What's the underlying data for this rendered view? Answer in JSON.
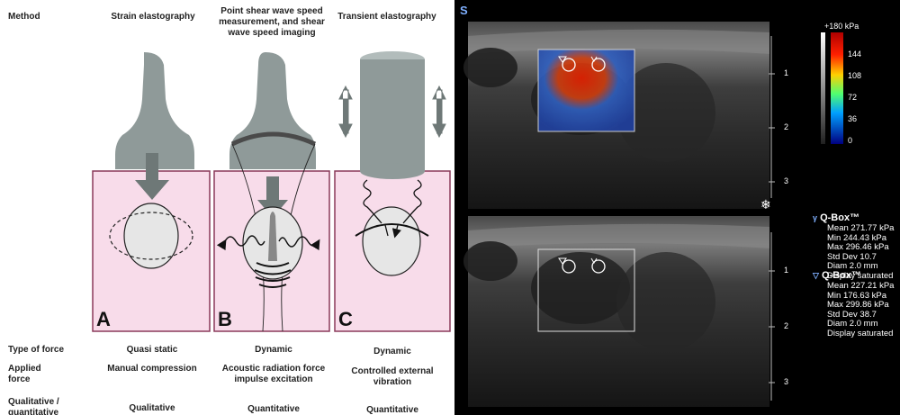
{
  "diagram": {
    "method_label": "Method",
    "columns": [
      {
        "heading": "Strain elastography",
        "panel_letter": "A",
        "type_of_force": "Quasi static",
        "applied_force": "Manual compression",
        "qualitative": "Qualitative"
      },
      {
        "heading": "Point shear wave speed measurement, and shear wave speed imaging",
        "panel_letter": "B",
        "type_of_force": "Dynamic",
        "applied_force": "Acoustic radiation force impulse excitation",
        "qualitative": "Quantitative"
      },
      {
        "heading": "Transient elastography",
        "panel_letter": "C",
        "type_of_force": "Dynamic",
        "applied_force": "Controlled external vibration",
        "qualitative": "Quantitative"
      }
    ],
    "row_labels": {
      "type_of_force": "Type of force",
      "applied_force": "Applied force",
      "qualitative": "Qualitative / quantitative"
    },
    "colors": {
      "probe": "#8f9a99",
      "tissue": "#f8dcea",
      "tissue_border": "#8a3a5a"
    }
  },
  "ultrasound": {
    "logo": "S",
    "colorbar": {
      "top_label": "+180 kPa",
      "ticks": [
        "144",
        "108",
        "72",
        "36",
        "0"
      ]
    },
    "depth_ticks_top": [
      "1",
      "2",
      "3"
    ],
    "depth_ticks_bottom": [
      "1",
      "2",
      "3"
    ],
    "freeze_icon": "snowflake-icon",
    "qbox1": {
      "title": "Q-Box™",
      "lines": [
        "Mean 271.77 kPa",
        "Min 244.43 kPa",
        "Max 296.46 kPa",
        "Std Dev 10.7",
        "Diam 2.0 mm",
        "Display saturated"
      ]
    },
    "qbox2": {
      "title": "Q-Box™",
      "lines": [
        "Mean 227.21 kPa",
        "Min 176.63 kPa",
        "Max 299.86 kPa",
        "Std Dev 38.7",
        "Diam 2.0 mm",
        "Display saturated"
      ]
    }
  }
}
